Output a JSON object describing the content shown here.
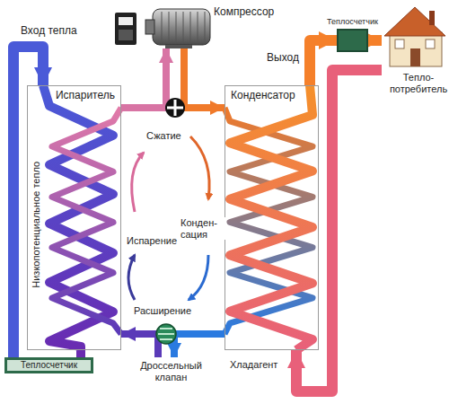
{
  "diagram": {
    "nodes": [
      {
        "text": [
          "Испаритель"
        ]
      },
      {
        "text": [
          "Компрессор"
        ]
      },
      {
        "text": [
          "Теплосчетчик"
        ]
      },
      {
        "text": [
          "Конденсатор"
        ]
      },
      {
        "text": [
          "Тепло- потребитель"
        ]
      },
      {
        "text": [
          "Дроссельный клапан"
        ]
      },
      {
        "text": [
          "Теплосчетчик"
        ]
      }
    ],
    "edges": [
      {
        "from": 0,
        "to": 1,
        "arrow": "to"
      },
      {
        "from": 1,
        "to": 3,
        "arrow": "to"
      },
      {
        "from": 3,
        "to": 5,
        "arrow": "to"
      },
      {
        "from": 5,
        "to": 0,
        "arrow": "to"
      },
      {
        "from": 3,
        "to": 2,
        "arrow": "to"
      },
      {
        "from": 2,
        "to": 4,
        "arrow": "to"
      },
      {
        "from": 4,
        "to": 3,
        "arrow": "to"
      },
      {
        "from": 6,
        "to": 0,
        "arrow": "to"
      }
    ],
    "labels": [
      "Вход тепла",
      "Выход",
      "Сжатие",
      "Испарение",
      "Конден- сация",
      "Расширение",
      "Хладагент",
      "Низкопотенциальное тепло"
    ]
  }
}
